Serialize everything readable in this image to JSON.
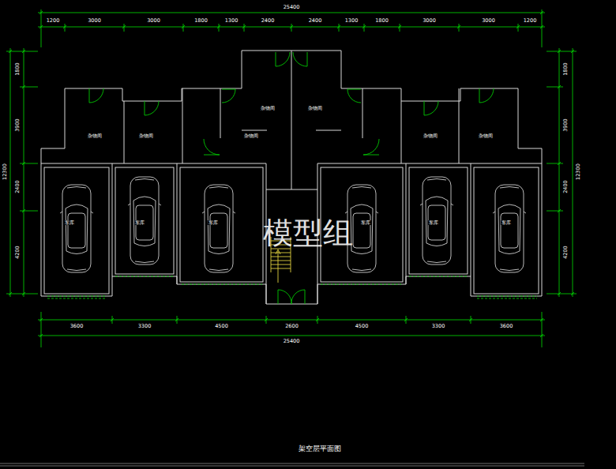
{
  "diagram": {
    "caption": "架空层平面图",
    "nodes": [
      {
        "text": [
          "杂物间"
        ]
      },
      {
        "text": [
          "杂物间"
        ]
      },
      {
        "text": [
          "杂物间"
        ]
      },
      {
        "text": [
          "杂物间"
        ]
      },
      {
        "text": [
          "杂物间"
        ]
      },
      {
        "text": [
          "杂物间"
        ]
      },
      {
        "text": [
          "杂物间"
        ]
      },
      {
        "text": [
          "车库"
        ]
      },
      {
        "text": [
          "车库"
        ]
      },
      {
        "text": [
          "车库"
        ]
      },
      {
        "text": [
          "车库"
        ]
      },
      {
        "text": [
          "车库"
        ]
      },
      {
        "text": [
          "车库"
        ]
      }
    ],
    "edges": [],
    "labels": [
      "1200",
      "3000",
      "3000",
      "1800",
      "1300",
      "2400",
      "2400",
      "1300",
      "1800",
      "3000",
      "3000",
      "1200",
      "25400",
      "1800",
      "3900",
      "2400",
      "4200",
      "12300",
      "1800",
      "3900",
      "2400",
      "4200",
      "12300",
      "3600",
      "3300",
      "4500",
      "2600",
      "4500",
      "3300",
      "3600",
      "25400",
      "模型组"
    ]
  }
}
